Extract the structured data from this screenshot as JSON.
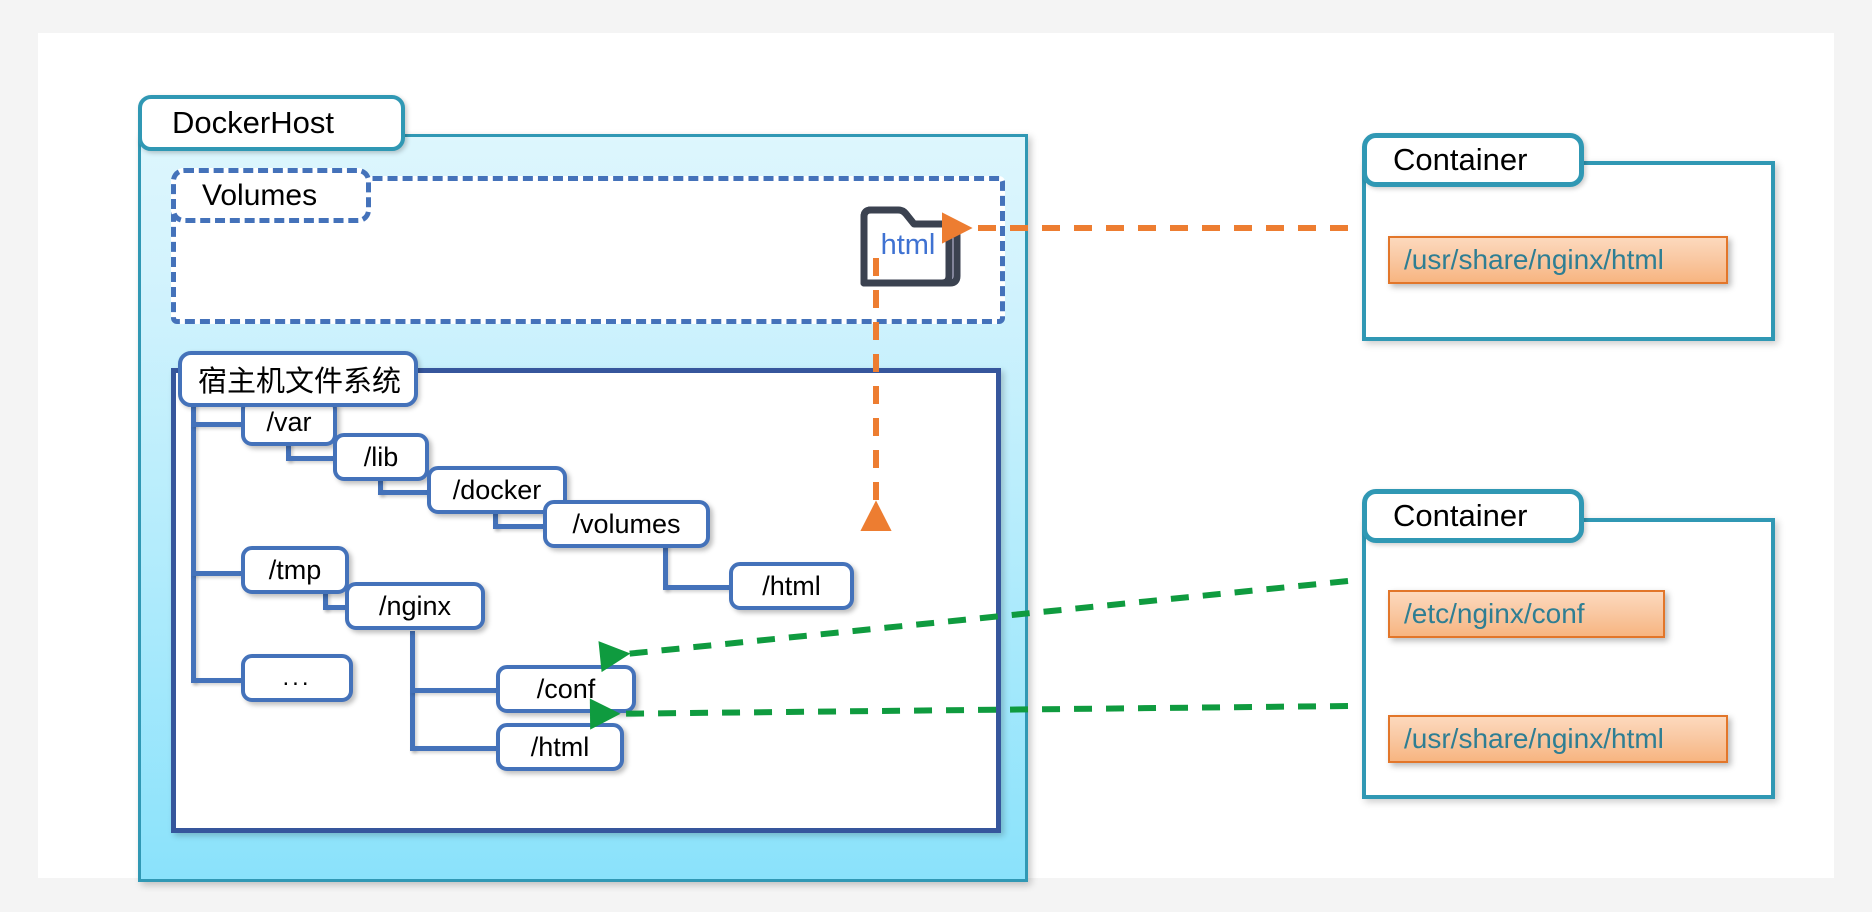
{
  "diagram": {
    "title": "Docker volumes and host filesystem mapping",
    "docker_host": {
      "label": "DockerHost",
      "volumes": {
        "label": "Volumes",
        "folder": {
          "icon": "folder-icon",
          "name": "html"
        }
      },
      "host_filesystem": {
        "label": "宿主机文件系统",
        "nodes": [
          {
            "id": "var",
            "label": "/var"
          },
          {
            "id": "lib",
            "label": "/lib"
          },
          {
            "id": "docker",
            "label": "/docker"
          },
          {
            "id": "volumes",
            "label": "/volumes"
          },
          {
            "id": "vol_html",
            "label": "/html"
          },
          {
            "id": "tmp",
            "label": "/tmp"
          },
          {
            "id": "nginx",
            "label": "/nginx"
          },
          {
            "id": "conf",
            "label": "/conf"
          },
          {
            "id": "tmp_html",
            "label": "/html"
          },
          {
            "id": "more",
            "label": "..."
          }
        ]
      }
    },
    "containers": [
      {
        "label": "Container",
        "paths": [
          "/usr/share/nginx/html"
        ]
      },
      {
        "label": "Container",
        "paths": [
          "/etc/nginx/conf",
          "/usr/share/nginx/html"
        ]
      }
    ],
    "connections": [
      {
        "from": "container1-path",
        "to": "volumes-folder-html",
        "style": "dashed",
        "color": "#ed7d31",
        "name": "volume-mount-link"
      },
      {
        "from": "volumes-folder-html",
        "to": "vol_html",
        "style": "dashed",
        "color": "#ed7d31",
        "name": "volume-storage-link"
      },
      {
        "from": "container2-path-conf",
        "to": "conf",
        "style": "dashed",
        "color": "#0f9b3f",
        "name": "bind-mount-conf-link"
      },
      {
        "from": "container2-path-html",
        "to": "tmp_html",
        "style": "dashed",
        "color": "#0f9b3f",
        "name": "bind-mount-html-link"
      }
    ],
    "colors": {
      "dockerhost_border": "#3098b4",
      "dockerhost_fill_top": "#ddf6fd",
      "dockerhost_fill_bottom": "#8ae2fb",
      "volumes_border": "#4472ba",
      "hostfs_border": "#36569c",
      "tree_node_border": "#4472ba",
      "container_border": "#3098b4",
      "badge_fill": "#f7b581",
      "badge_border": "#e2762a",
      "badge_text": "#2e7e93",
      "orange_link": "#ed7d31",
      "green_link": "#0f9b3f",
      "folder_text": "#3f72d2"
    }
  }
}
